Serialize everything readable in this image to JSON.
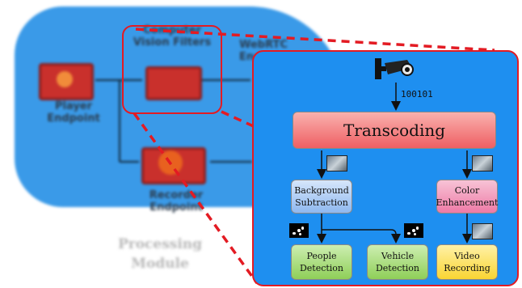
{
  "background": {
    "filters_label": "Computer Vision Filters",
    "webrtc_label": "WebRTC Endpoint",
    "player_label": "Player Endpoint",
    "recorder_label": "Recorder Endpoint",
    "module_label": "Processing Module"
  },
  "zoom": {
    "bitstream": "100101",
    "transcoding": "Transcoding",
    "background_subtraction": "Background Subtraction",
    "color_enhancement": "Color Enhancement",
    "people_detection": "People Detection",
    "vehicle_detection": "Vehicle Detection",
    "video_recording": "Video Recording"
  },
  "colors": {
    "zoom_panel": "#1e8ff0",
    "highlight": "#e31b23",
    "transcoding": "#f0686b",
    "background_subtraction": "#a9c9f3",
    "color_enhancement": "#f18fb4",
    "detection": "#a5dc6f",
    "recording": "#fde15a"
  }
}
